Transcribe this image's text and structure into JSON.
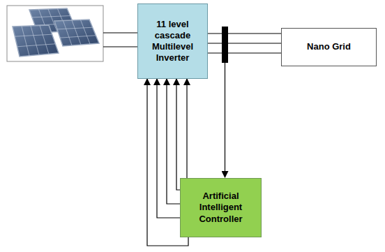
{
  "diagram": {
    "nodes": [
      {
        "text": [
          "11 level cascade Multilevel Inverter"
        ]
      },
      {
        "text": [
          "Nano Grid"
        ]
      },
      {
        "text": [
          "Artificial Intelligent Controller"
        ]
      }
    ],
    "edges": [
      {
        "from": 0,
        "to": 1,
        "arrow": "none"
      },
      {
        "from": 0,
        "to": 1,
        "arrow": "none"
      },
      {
        "from": 0,
        "to": 1,
        "arrow": "none"
      },
      {
        "from": 2,
        "to": 0,
        "arrow": "to"
      },
      {
        "from": 2,
        "to": 0,
        "arrow": "to"
      },
      {
        "from": 2,
        "to": 0,
        "arrow": "to"
      },
      {
        "from": 2,
        "to": 0,
        "arrow": "to"
      },
      {
        "from": 2,
        "to": 0,
        "arrow": "to"
      }
    ]
  }
}
